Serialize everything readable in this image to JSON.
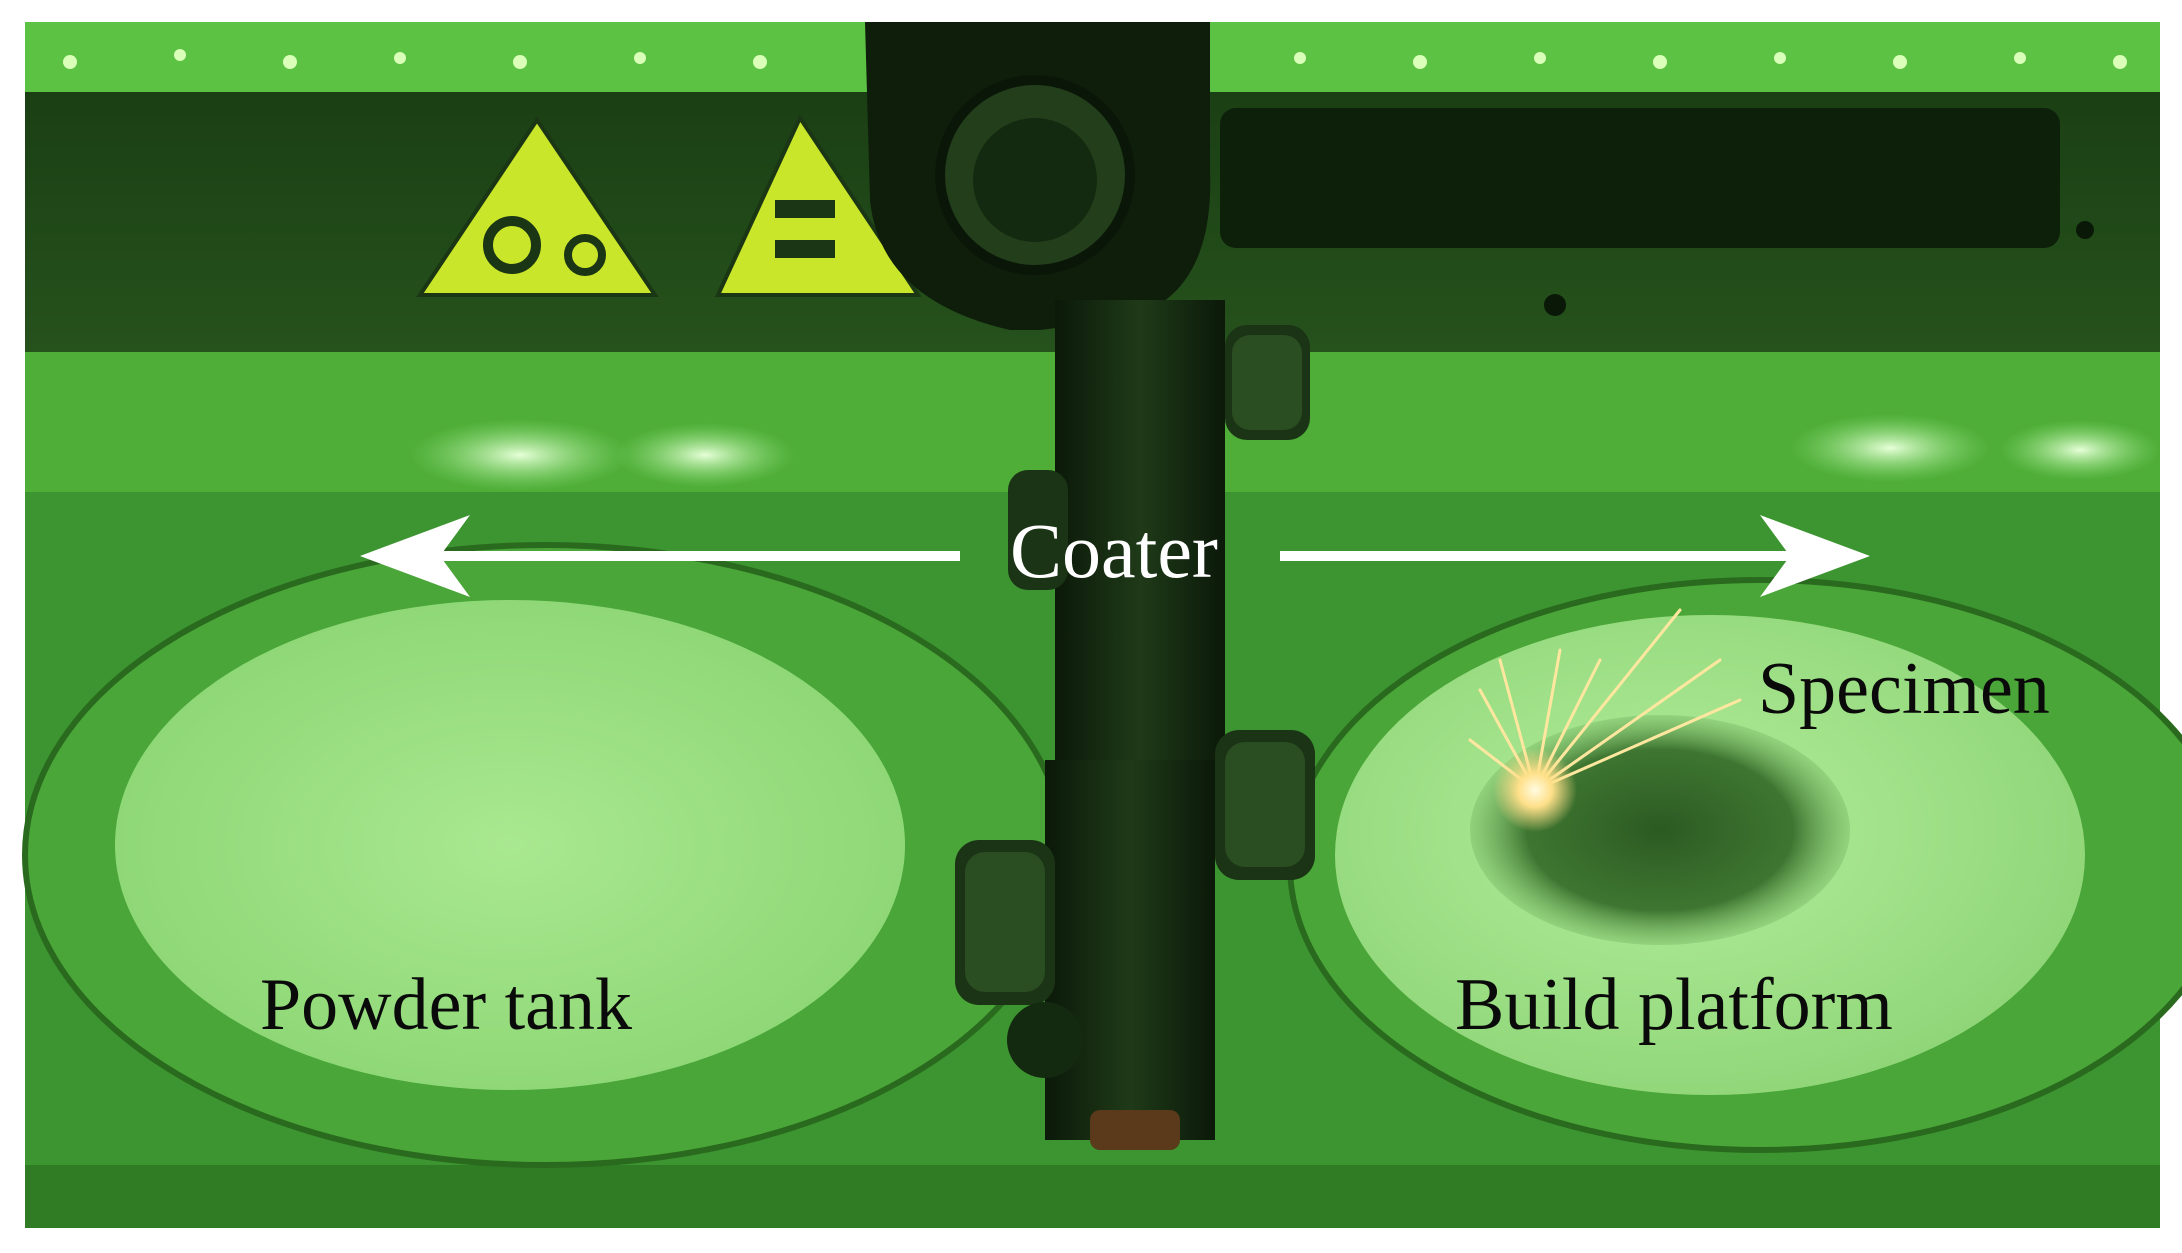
{
  "labels": {
    "coater": "Coater",
    "specimen": "Specimen",
    "powder_tank": "Powder tank",
    "build_platform": "Build platform"
  },
  "colors": {
    "background": "#ffffff",
    "chamber_green": "#3f9a2a",
    "bright_green": "#8fe07a",
    "platform_green": "#a8e890",
    "dark_metal": "#0f1f0c",
    "warning_yellow": "#c9e62a",
    "arrow_white": "#ffffff",
    "spark": "#ffe08a"
  }
}
